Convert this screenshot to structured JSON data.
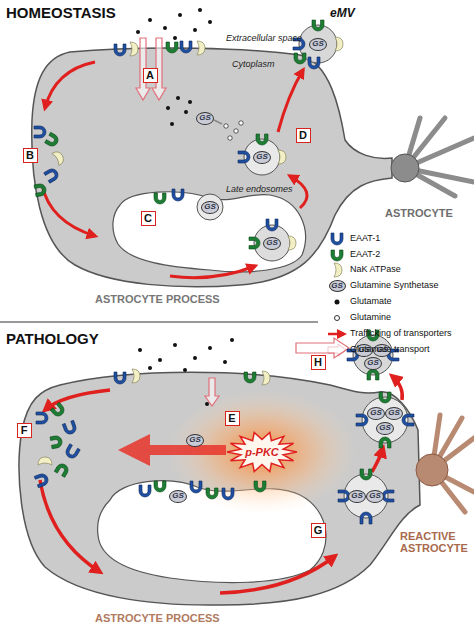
{
  "diagram": {
    "nodes": [
      {
        "text": [
          "A"
        ]
      },
      {
        "text": [
          "GS"
        ]
      },
      {
        "text": [
          "B"
        ]
      },
      {
        "text": [
          "C"
        ]
      },
      {
        "text": [
          "GS"
        ]
      },
      {
        "text": [
          "D"
        ]
      },
      {
        "text": [
          "GS"
        ]
      },
      {
        "text": [
          "GS"
        ]
      },
      {
        "text": [
          "GS"
        ]
      },
      {
        "text": [
          "GS"
        ]
      },
      {
        "text": [
          "GS"
        ]
      },
      {
        "text": [
          "GS"
        ]
      },
      {
        "text": [
          "GS"
        ]
      },
      {
        "text": [
          "H"
        ]
      },
      {
        "text": [
          "GS"
        ]
      },
      {
        "text": [
          "GS"
        ]
      },
      {
        "text": [
          "GS"
        ]
      },
      {
        "text": [
          "E"
        ]
      },
      {
        "text": [
          "F"
        ]
      },
      {
        "text": [
          "GS"
        ]
      },
      {
        "text": [
          "p-PKC"
        ]
      },
      {
        "text": [
          "GS"
        ]
      },
      {
        "text": [
          "GS"
        ]
      },
      {
        "text": [
          "GS"
        ]
      },
      {
        "text": [
          "G"
        ]
      }
    ],
    "labels": [
      "HOMEOSTASIS",
      "eMV",
      "Extracellular space",
      "Cytoplasm",
      "Late endosomes",
      "ASTROCYTE",
      "ASTROCYTE PROCESS",
      "PATHOLOGY",
      "REACTIVE ASTROCYTE",
      "ASTROCYTE PROCESS"
    ],
    "legend": [
      {
        "text": "EAAT-1"
      },
      {
        "text": "EAAT-2"
      },
      {
        "text": "NaK ATPase"
      },
      {
        "text": "Glutamine Synthetase"
      },
      {
        "text": "Glutamate"
      },
      {
        "text": "Glutamine"
      },
      {
        "text": "Trafficking of transporters"
      },
      {
        "text": "Glutamate transport"
      }
    ]
  }
}
